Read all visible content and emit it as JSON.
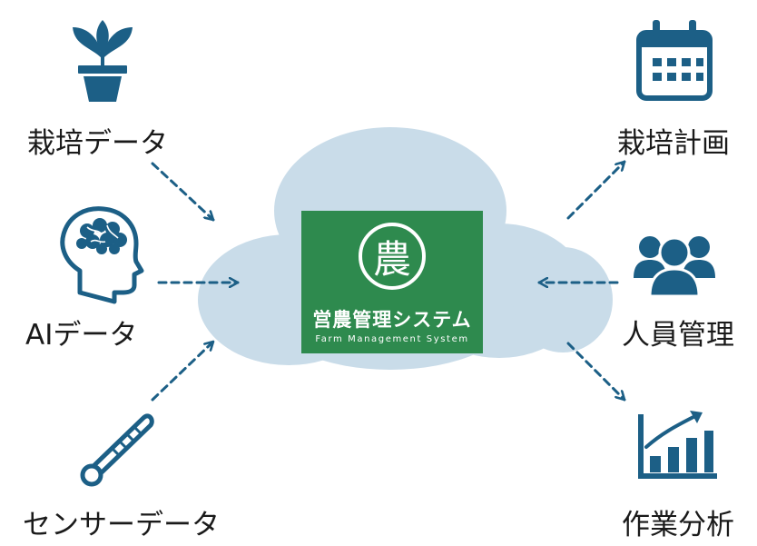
{
  "nodes": {
    "cultivation_data": "栽培データ",
    "ai_data": "AIデータ",
    "sensor_data": "センサーデータ",
    "cultivation_plan": "栽培計画",
    "staff_management": "人員管理",
    "work_analysis": "作業分析"
  },
  "center": {
    "seal_char": "農",
    "system_name_jp": "営農管理システム",
    "system_name_en": "Farm Management System"
  },
  "colors": {
    "icon": "#1c5f86",
    "arrow": "#1c5f86",
    "cloud": "#c9dce9",
    "center_box": "#2e8a4e"
  },
  "icons": [
    "plant-icon",
    "brain-head-icon",
    "thermometer-icon",
    "calendar-icon",
    "people-icon",
    "bar-chart-icon"
  ]
}
